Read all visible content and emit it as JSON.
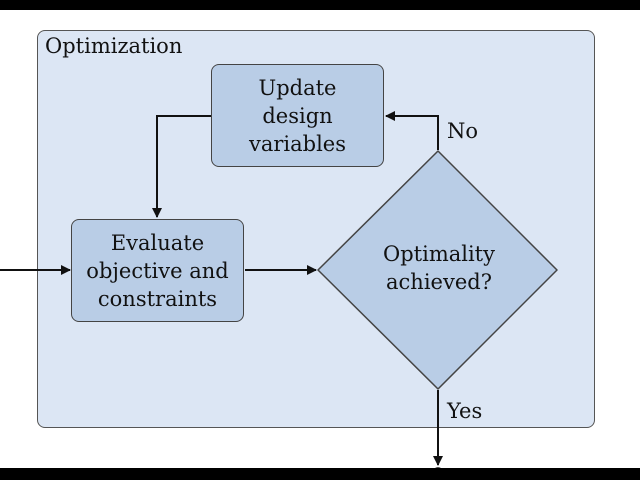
{
  "diagram": {
    "group_title": "Optimization",
    "update_box": "Update\ndesign\nvariables",
    "evaluate_box": "Evaluate\nobjective and\nconstraints",
    "decision": "Optimality\nachieved?",
    "no_label": "No",
    "yes_label": "Yes",
    "colors": {
      "group_fill": "#dce6f4",
      "box_fill": "#b9cde6",
      "stroke": "#444444"
    }
  }
}
